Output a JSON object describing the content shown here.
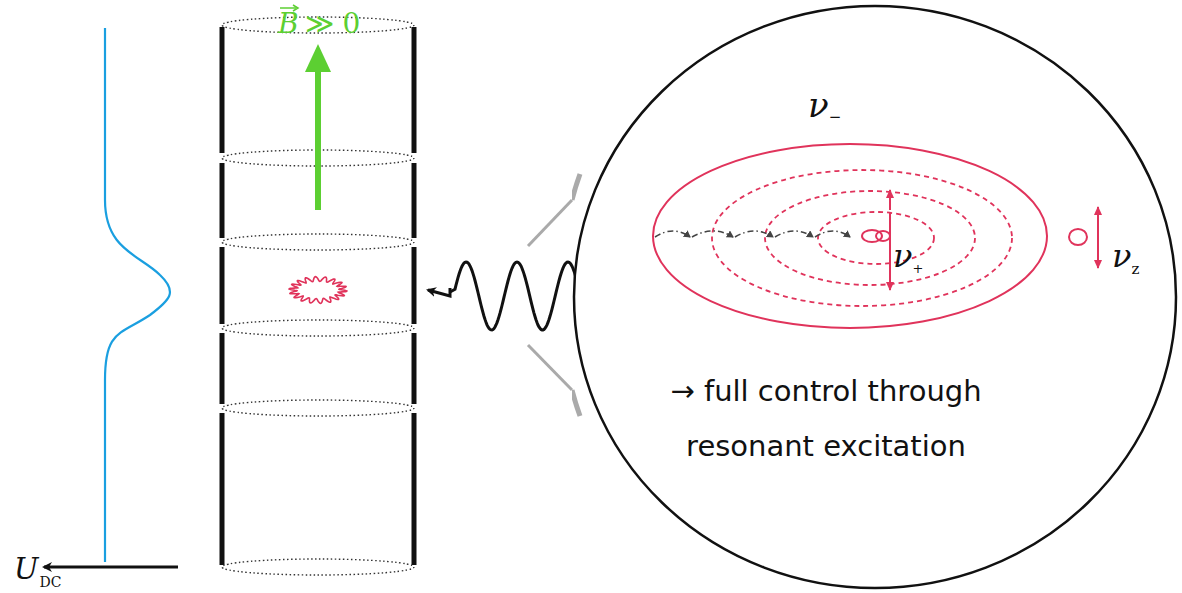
{
  "diagram": {
    "nodes": [
      {
        "text": [
          "→ full control through resonant excitation"
        ]
      }
    ],
    "labels": [
      "U",
      "DC",
      "B",
      "≫ 0",
      "ν",
      "−",
      "ν",
      "+",
      "ν",
      "z"
    ]
  }
}
